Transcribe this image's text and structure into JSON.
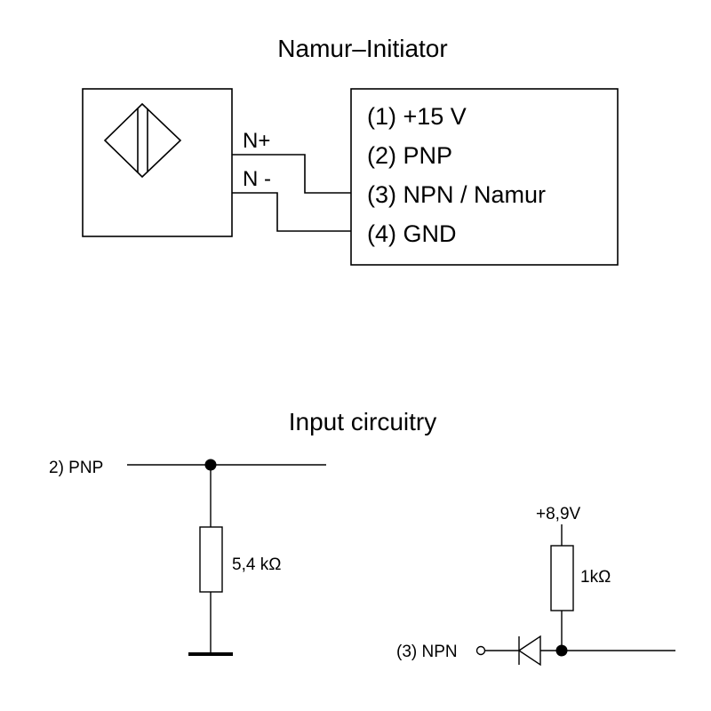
{
  "namur": {
    "title": "Namur–Initiator",
    "wire_labels": {
      "n_plus": "N+",
      "n_minus": "N -"
    },
    "terminals": [
      "(1) +15 V",
      "(2) PNP",
      "(3) NPN / Namur",
      "(4) GND"
    ],
    "sensor_symbol": "proximity-sensor-symbol"
  },
  "input": {
    "title": "Input circuitry",
    "pnp": {
      "input_label": "2) PNP",
      "resistor_label": "5,4 kΩ"
    },
    "npn": {
      "supply_label": "+8,9V",
      "resistor_label": "1kΩ",
      "input_label": "(3) NPN"
    }
  },
  "colors": {
    "line": "#000000",
    "background": "#ffffff"
  }
}
